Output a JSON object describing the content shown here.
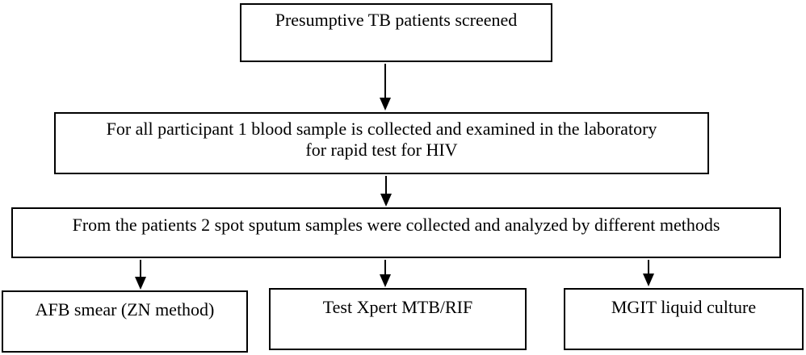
{
  "colors": {
    "background": "#ffffff",
    "box_border": "#000000",
    "text": "#000000",
    "arrow": "#000000"
  },
  "flowchart": {
    "nodes": {
      "screened": {
        "label": "Presumptive TB patients screened"
      },
      "blood_sample": {
        "line1": "For all participant 1 blood sample is collected and examined in the laboratory",
        "line2": "for rapid test for HIV"
      },
      "sputum_samples": {
        "label": "From the patients 2 spot sputum samples were collected and analyzed by different methods"
      },
      "afb_smear": {
        "label": "AFB smear (ZN method)"
      },
      "xpert": {
        "label": "Test Xpert MTB/RIF"
      },
      "mgit_culture": {
        "label": "MGIT liquid culture"
      }
    },
    "edges": [
      {
        "from": "screened",
        "to": "blood_sample"
      },
      {
        "from": "blood_sample",
        "to": "sputum_samples"
      },
      {
        "from": "sputum_samples",
        "to": "afb_smear"
      },
      {
        "from": "sputum_samples",
        "to": "xpert"
      },
      {
        "from": "sputum_samples",
        "to": "mgit_culture"
      }
    ]
  }
}
